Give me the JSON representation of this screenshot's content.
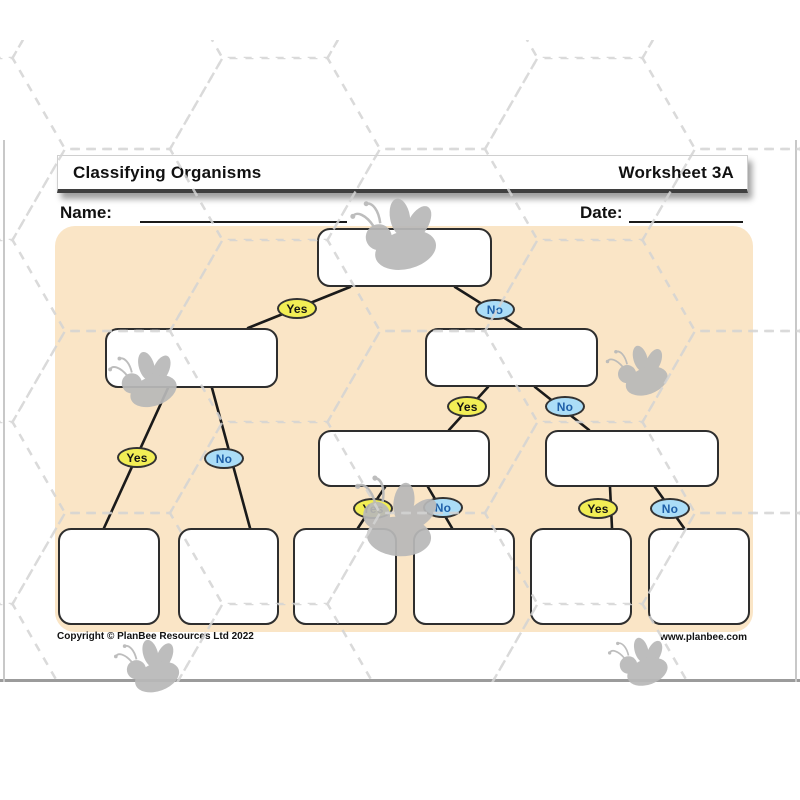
{
  "header": {
    "title": "Classifying Organisms",
    "worksheet_label": "Worksheet 3A"
  },
  "fields": {
    "name_label": "Name:",
    "date_label": "Date:"
  },
  "tree": {
    "yes_label": "Yes",
    "no_label": "No",
    "question_boxes": [
      {
        "id": "q1",
        "level": 1,
        "branch": "root",
        "text": ""
      },
      {
        "id": "q2",
        "level": 2,
        "branch": "yes",
        "text": ""
      },
      {
        "id": "q3",
        "level": 2,
        "branch": "no",
        "text": ""
      },
      {
        "id": "q4",
        "level": 3,
        "branch": "no-yes",
        "text": ""
      },
      {
        "id": "q5",
        "level": 3,
        "branch": "no-no",
        "text": ""
      }
    ],
    "answer_boxes": [
      {
        "id": "a1",
        "text": ""
      },
      {
        "id": "a2",
        "text": ""
      },
      {
        "id": "a3",
        "text": ""
      },
      {
        "id": "a4",
        "text": ""
      },
      {
        "id": "a5",
        "text": ""
      },
      {
        "id": "a6",
        "text": ""
      }
    ]
  },
  "footer": {
    "copyright": "Copyright © PlanBee Resources Ltd 2022",
    "website": "www.planbee.com"
  },
  "colors": {
    "panel_background": "#FAE5C6",
    "yes_fill": "#F2EE55",
    "no_fill": "#ABDDF7",
    "no_text": "#1E5FA8",
    "outline": "#2E2E2E",
    "bee_gray": "#B9B9B9",
    "honeycomb_gray": "#D4D4D4"
  }
}
